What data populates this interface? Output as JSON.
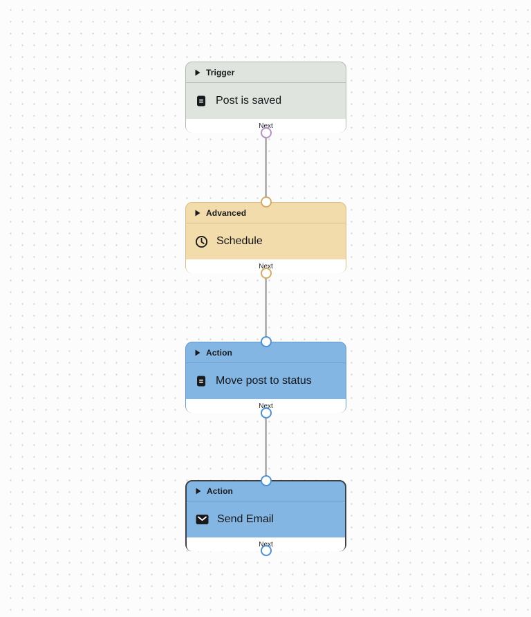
{
  "canvas": {
    "type": "workflow-editor",
    "background_color": "#fcfcfc",
    "dot_grid_color": "#d7d7d7",
    "edge_color": "#b4b4b4"
  },
  "nodes": [
    {
      "category": "Trigger",
      "label": "Post is saved",
      "icon": "document-icon",
      "next_label": "Next",
      "selected": false,
      "colors": {
        "fill": "#dfe5de",
        "border": "#b2b8b1",
        "output_port": "#b88fc8"
      }
    },
    {
      "category": "Advanced",
      "label": "Schedule",
      "icon": "clock-icon",
      "next_label": "Next",
      "selected": false,
      "colors": {
        "fill": "#f3dcab",
        "border": "#d5bc85",
        "input_port": "#d2ab66",
        "output_port": "#d2ab66"
      }
    },
    {
      "category": "Action",
      "label": "Move post to status",
      "icon": "document-icon",
      "next_label": "Next",
      "selected": false,
      "colors": {
        "fill": "#84b6e3",
        "border": "#6396c7",
        "input_port": "#4f90d2",
        "output_port": "#4f90d2"
      }
    },
    {
      "category": "Action",
      "label": "Send Email",
      "icon": "envelope-icon",
      "next_label": "Next",
      "selected": true,
      "colors": {
        "fill": "#84b6e3",
        "border": "#3b4147",
        "input_port": "#4f90d2",
        "output_port": "#4f90d2"
      }
    }
  ],
  "edges": [
    {
      "from": "Post is saved",
      "to": "Schedule"
    },
    {
      "from": "Schedule",
      "to": "Move post to status"
    },
    {
      "from": "Move post to status",
      "to": "Send Email"
    }
  ]
}
